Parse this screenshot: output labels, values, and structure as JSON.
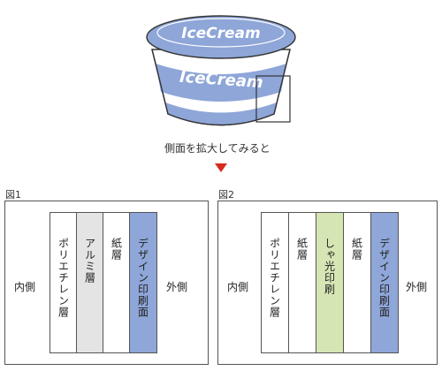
{
  "illustration": {
    "lid_text": "IceCream",
    "side_text": "IceCream"
  },
  "caption": "側面を拡大してみると",
  "colors": {
    "blue": "#8ea6d8",
    "gray": "#e4e4e4",
    "green": "#d6e5b4",
    "arrow": "#d62b1f"
  },
  "figures": [
    {
      "label": "図1",
      "inner": "内側",
      "outer": "外側",
      "layers": [
        "ポリエチレン層",
        "アルミ層",
        "紙層",
        "デザイン印刷面"
      ]
    },
    {
      "label": "図2",
      "inner": "内側",
      "outer": "外側",
      "layers": [
        "ポリエチレン層",
        "紙層",
        "しゃ光印刷",
        "紙層",
        "デザイン印刷面"
      ]
    }
  ]
}
